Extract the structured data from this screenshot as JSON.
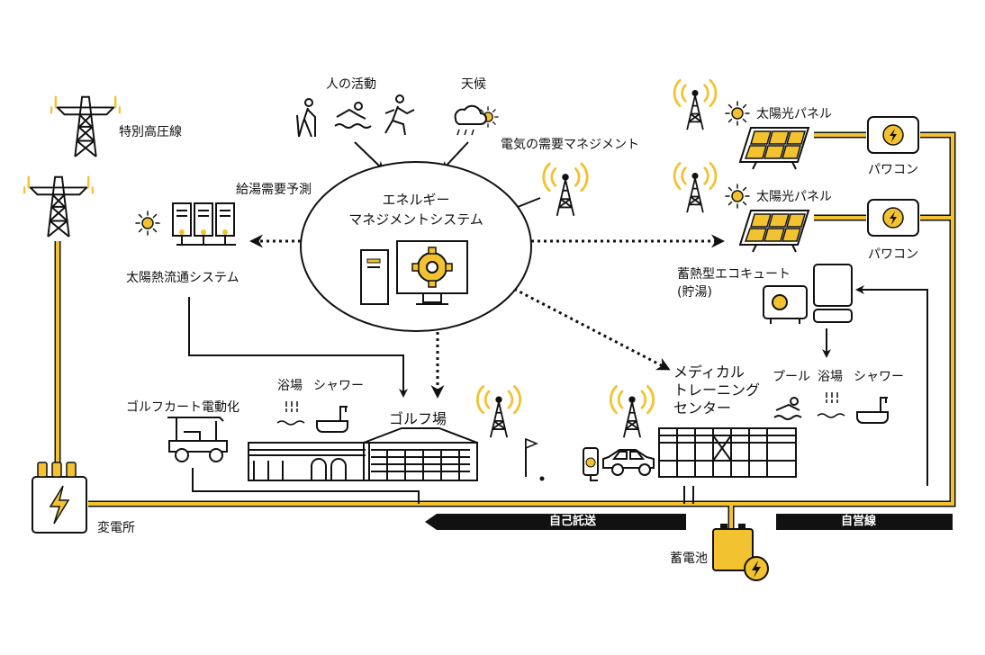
{
  "colors": {
    "accent": "#F2C230",
    "ink": "#111111",
    "background": "#ffffff"
  },
  "labels": {
    "human_activity": "人の活動",
    "weather": "天候",
    "demand_management": "電気の需要マネジメント",
    "hot_water_forecast": "給湯需要予測",
    "ems_line1": "エネルギー",
    "ems_line2": "マネジメントシステム",
    "solar_heat_system": "太陽熱流通システム",
    "extra_high_voltage": "特別高圧線",
    "substation": "変電所",
    "solar_panel_1": "太陽光パネル",
    "solar_panel_2": "太陽光パネル",
    "power_conditioner_1": "パワコン",
    "power_conditioner_2": "パワコン",
    "ecocute_line1": "蓄熱型エコキュート",
    "ecocute_line2": "(貯湯)",
    "golf_bath": "浴場",
    "golf_shower": "シャワー",
    "golf_course": "ゴルフ場",
    "golf_cart": "ゴルフカート電動化",
    "medical_line1": "メディカル",
    "medical_line2": "トレーニング",
    "medical_line3": "センター",
    "med_pool": "プール",
    "med_bath": "浴場",
    "med_shower": "シャワー",
    "self_consignment": "自己託送",
    "private_line": "自営線",
    "battery": "蓄電池"
  },
  "icons": [
    "transmission-tower-icon",
    "substation-icon",
    "solar-panel-icon",
    "sun-icon",
    "power-conditioner-icon",
    "antenna-icon",
    "computer-icon",
    "gear-icon",
    "cloud-sun-icon",
    "golf-cart-icon",
    "ev-car-icon",
    "ev-charger-icon",
    "battery-icon",
    "water-heater-icon",
    "bath-icon",
    "shower-icon",
    "pool-icon",
    "golf-flag-icon",
    "clubhouse-icon",
    "medical-center-icon",
    "walker-icon",
    "swimmer-icon",
    "runner-icon"
  ]
}
